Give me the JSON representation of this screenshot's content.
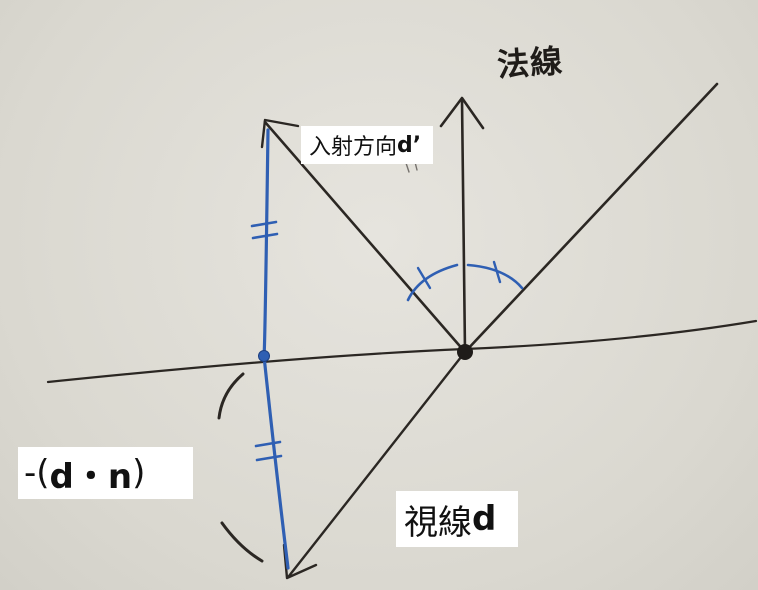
{
  "labels": {
    "incident_prefix": "入射方向",
    "incident_vec": "d’",
    "dot_prefix": "-(",
    "dot_expr": "d・n",
    "dot_suffix": ")",
    "view_prefix": "視線",
    "view_vec": "d",
    "normal": "法線"
  },
  "colors": {
    "ink": "#2b2723",
    "blue_ink": "#2f5fb3",
    "board": "#dcdad3",
    "label_bg": "#ffffff"
  }
}
